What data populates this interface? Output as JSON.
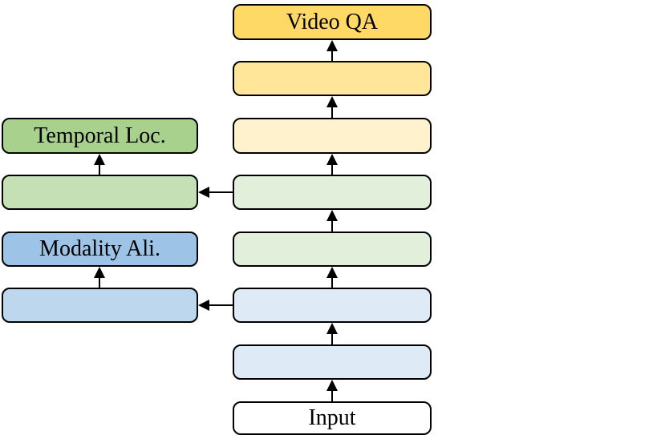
{
  "diagram": {
    "description": "Model pipeline flowchart: input flows upward through stacked modules to Video QA, with side branches for Modality Alignment and Temporal Localization",
    "background": "#FFFFFF",
    "border_color": "#000000",
    "main_pipeline": {
      "nodes": [
        {
          "id": "input",
          "label": "Input",
          "fill": "#FFFFFF"
        },
        {
          "id": "stage-1",
          "label": "",
          "fill": "#DEEBF7"
        },
        {
          "id": "stage-2",
          "label": "",
          "fill": "#DEEBF7"
        },
        {
          "id": "stage-3",
          "label": "",
          "fill": "#E2EFDA"
        },
        {
          "id": "stage-4",
          "label": "",
          "fill": "#E2EFDA"
        },
        {
          "id": "stage-5",
          "label": "",
          "fill": "#FFF2CC"
        },
        {
          "id": "stage-6",
          "label": "",
          "fill": "#FFE699"
        },
        {
          "id": "video-qa",
          "label": "Video QA",
          "fill": "#FFD966"
        }
      ]
    },
    "side_branches": {
      "nodes": [
        {
          "id": "temporal-loc",
          "label": "Temporal Loc.",
          "fill": "#A9D18E"
        },
        {
          "id": "temporal-feed",
          "label": "",
          "fill": "#C5E0B4"
        },
        {
          "id": "modality-ali",
          "label": "Modality Ali.",
          "fill": "#9DC3E6"
        },
        {
          "id": "modality-feed",
          "label": "",
          "fill": "#BDD7EE"
        }
      ]
    }
  }
}
